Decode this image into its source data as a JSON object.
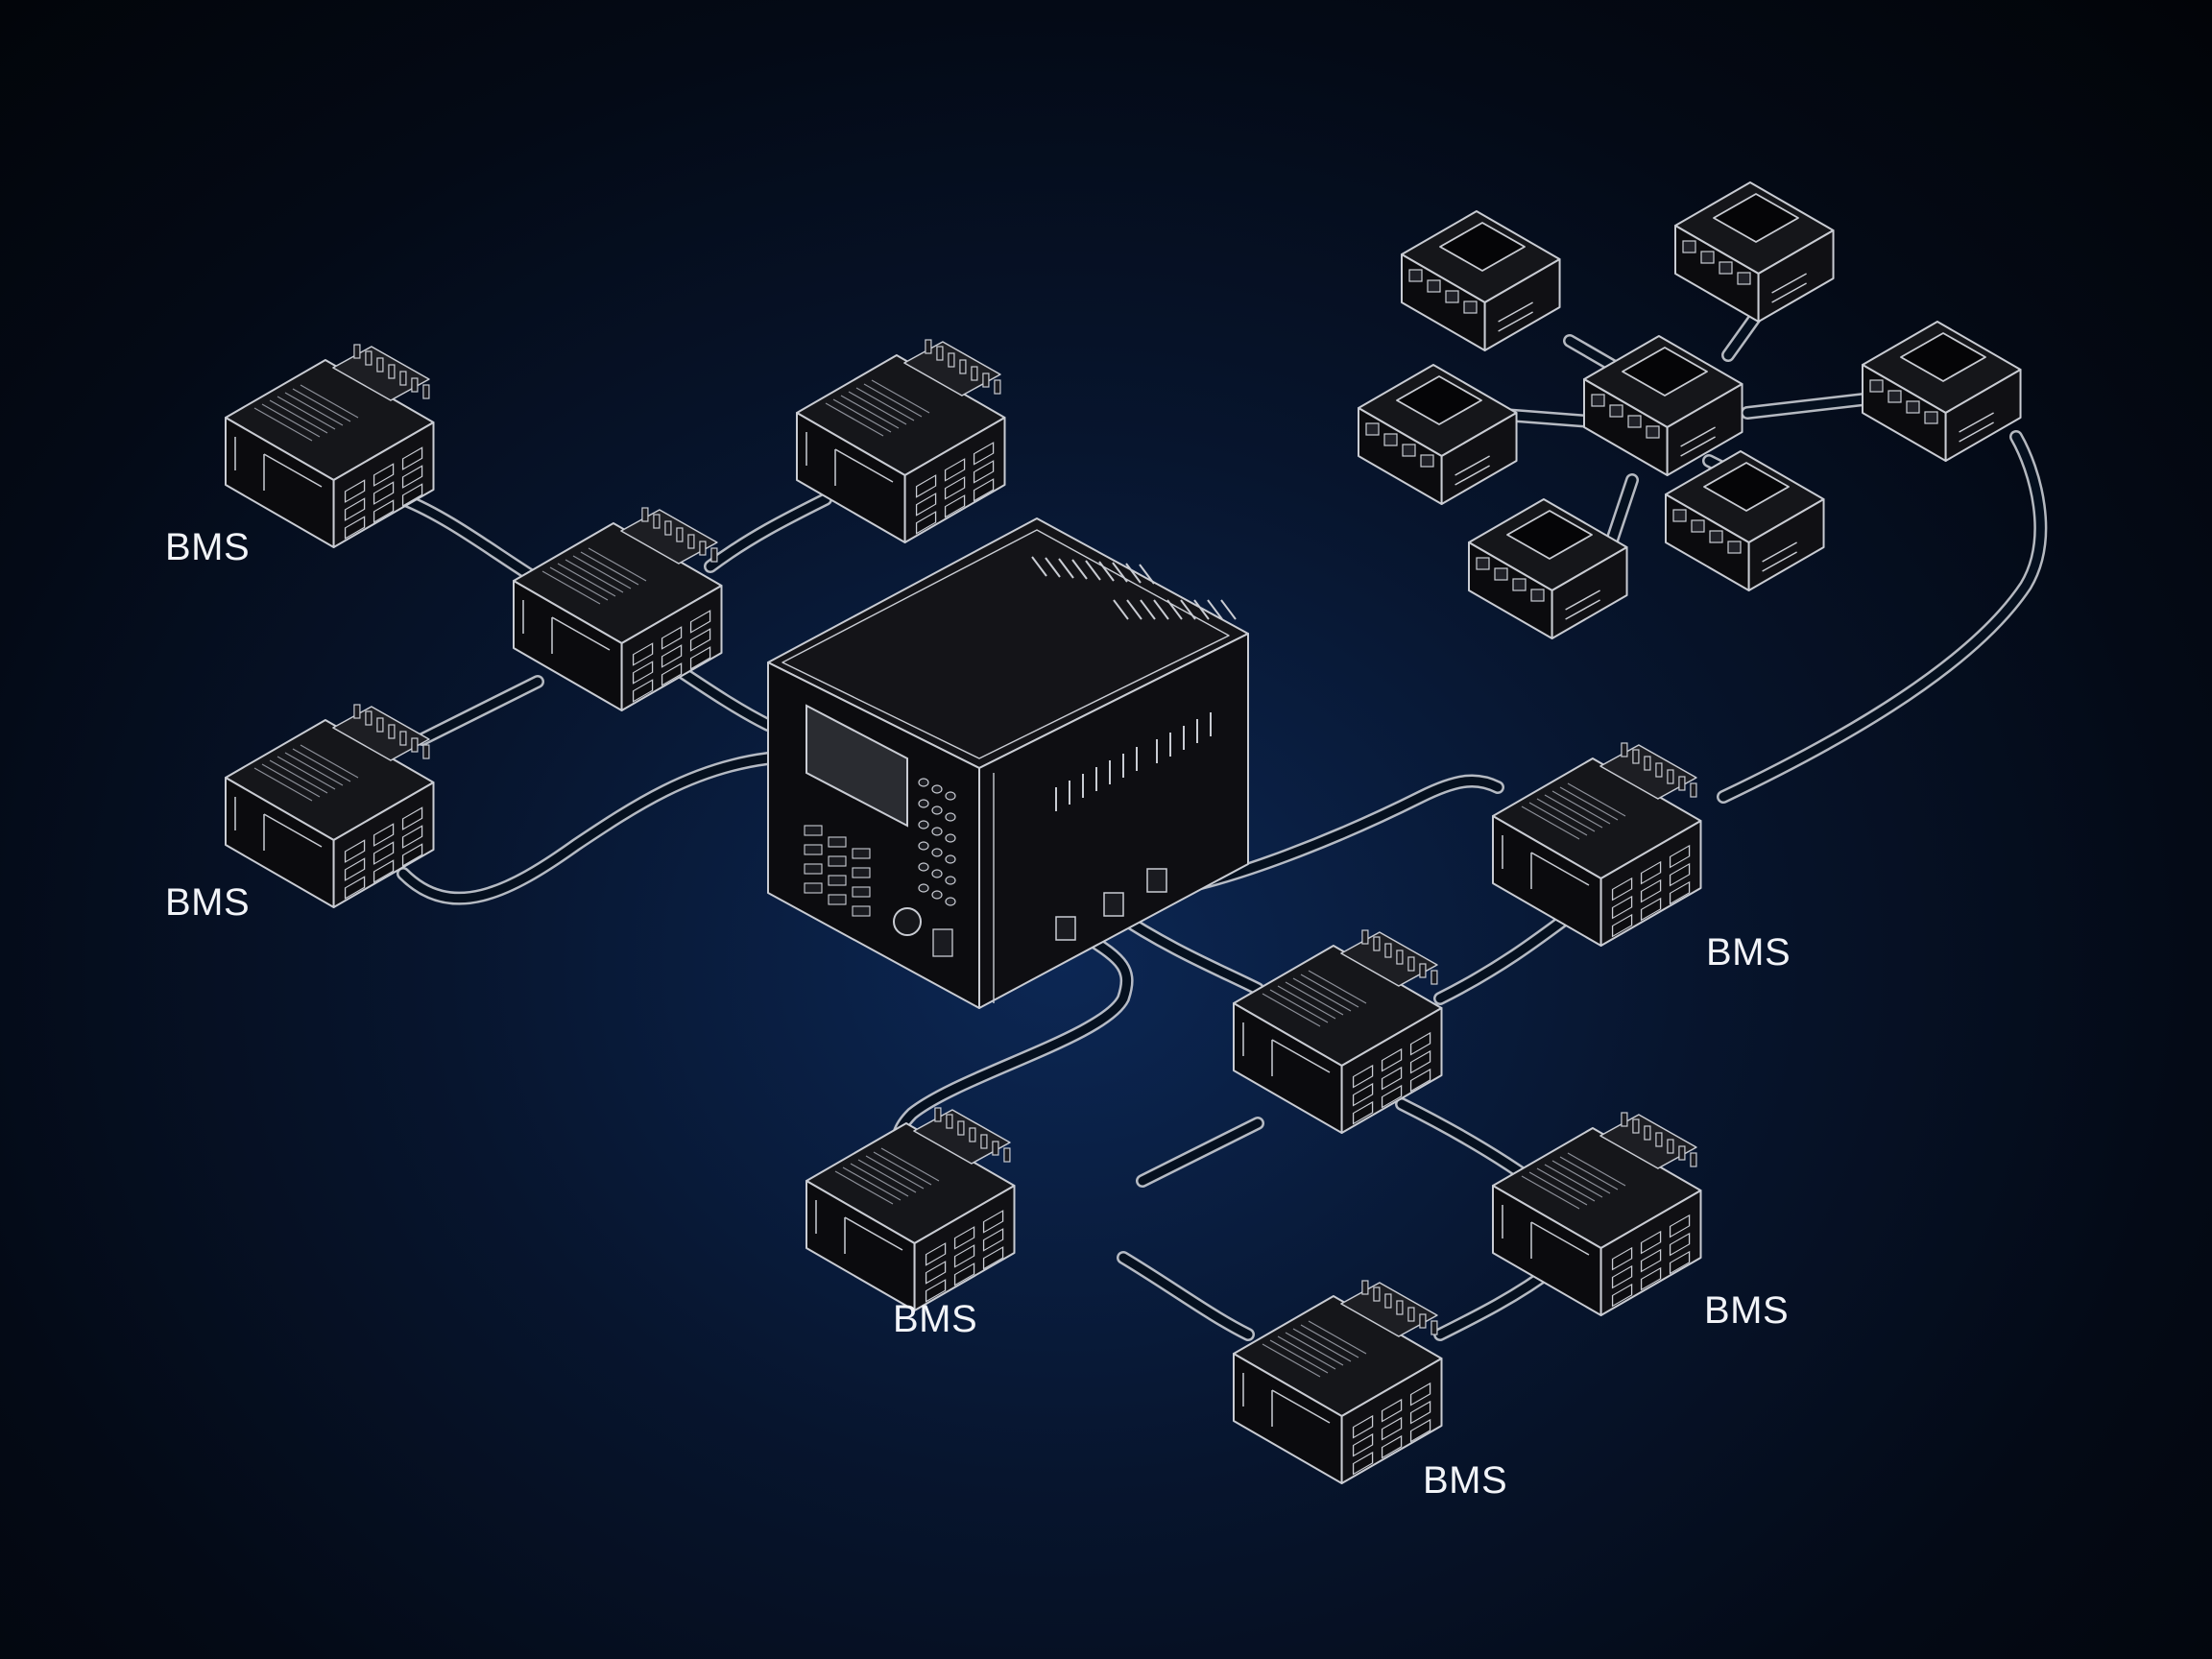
{
  "diagram": {
    "labels": [
      "BMS",
      "BMS",
      "BMS",
      "BMS",
      "BMS",
      "BMS"
    ]
  },
  "colors": {
    "background_center": "#0c2754",
    "background_edge": "#020408",
    "line": "#c9ccd3",
    "box_fill": "#0d0d10"
  }
}
